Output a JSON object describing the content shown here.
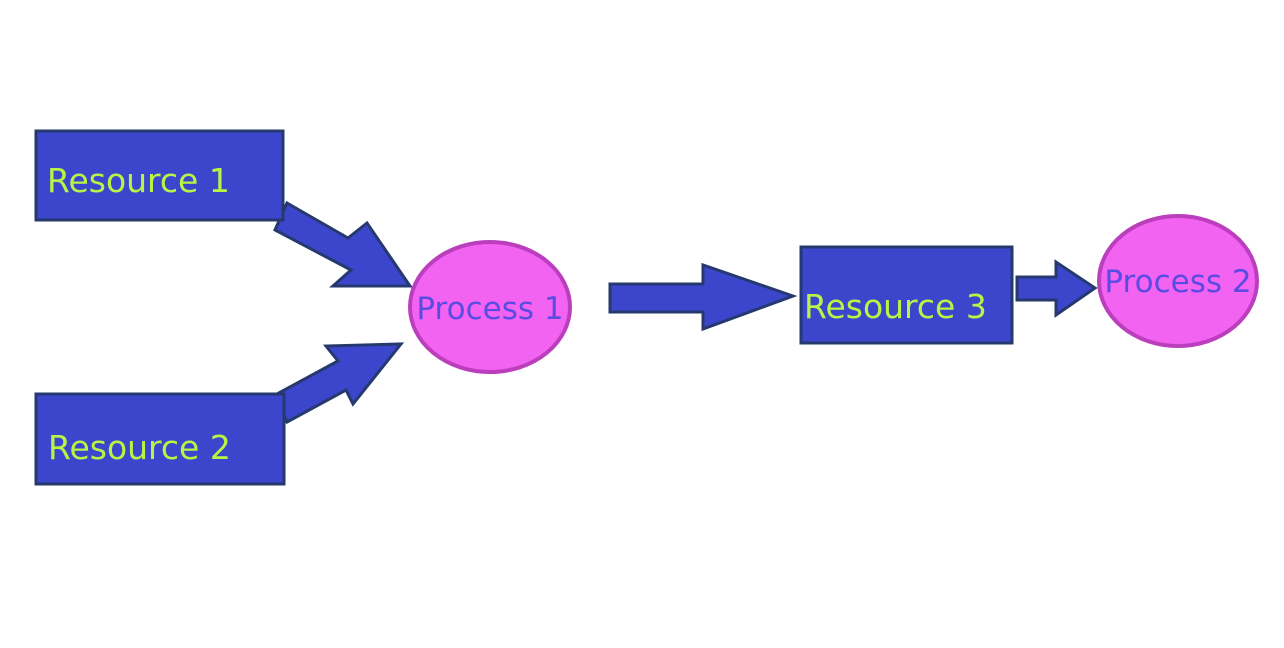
{
  "colors": {
    "resource_fill": "#3C46CC",
    "resource_stroke": "#26396F",
    "resource_text": "#B6F545",
    "process_fill": "#F263F2",
    "process_stroke": "#BB3FBD",
    "process_text": "#5A4CE2",
    "arrow_fill": "#3C46CC",
    "arrow_stroke": "#26396F"
  },
  "nodes": {
    "resource_1": "Resource 1",
    "resource_2": "Resource 2",
    "resource_3": "Resource 3",
    "process_1": "Process 1",
    "process_2": "Process 2"
  }
}
